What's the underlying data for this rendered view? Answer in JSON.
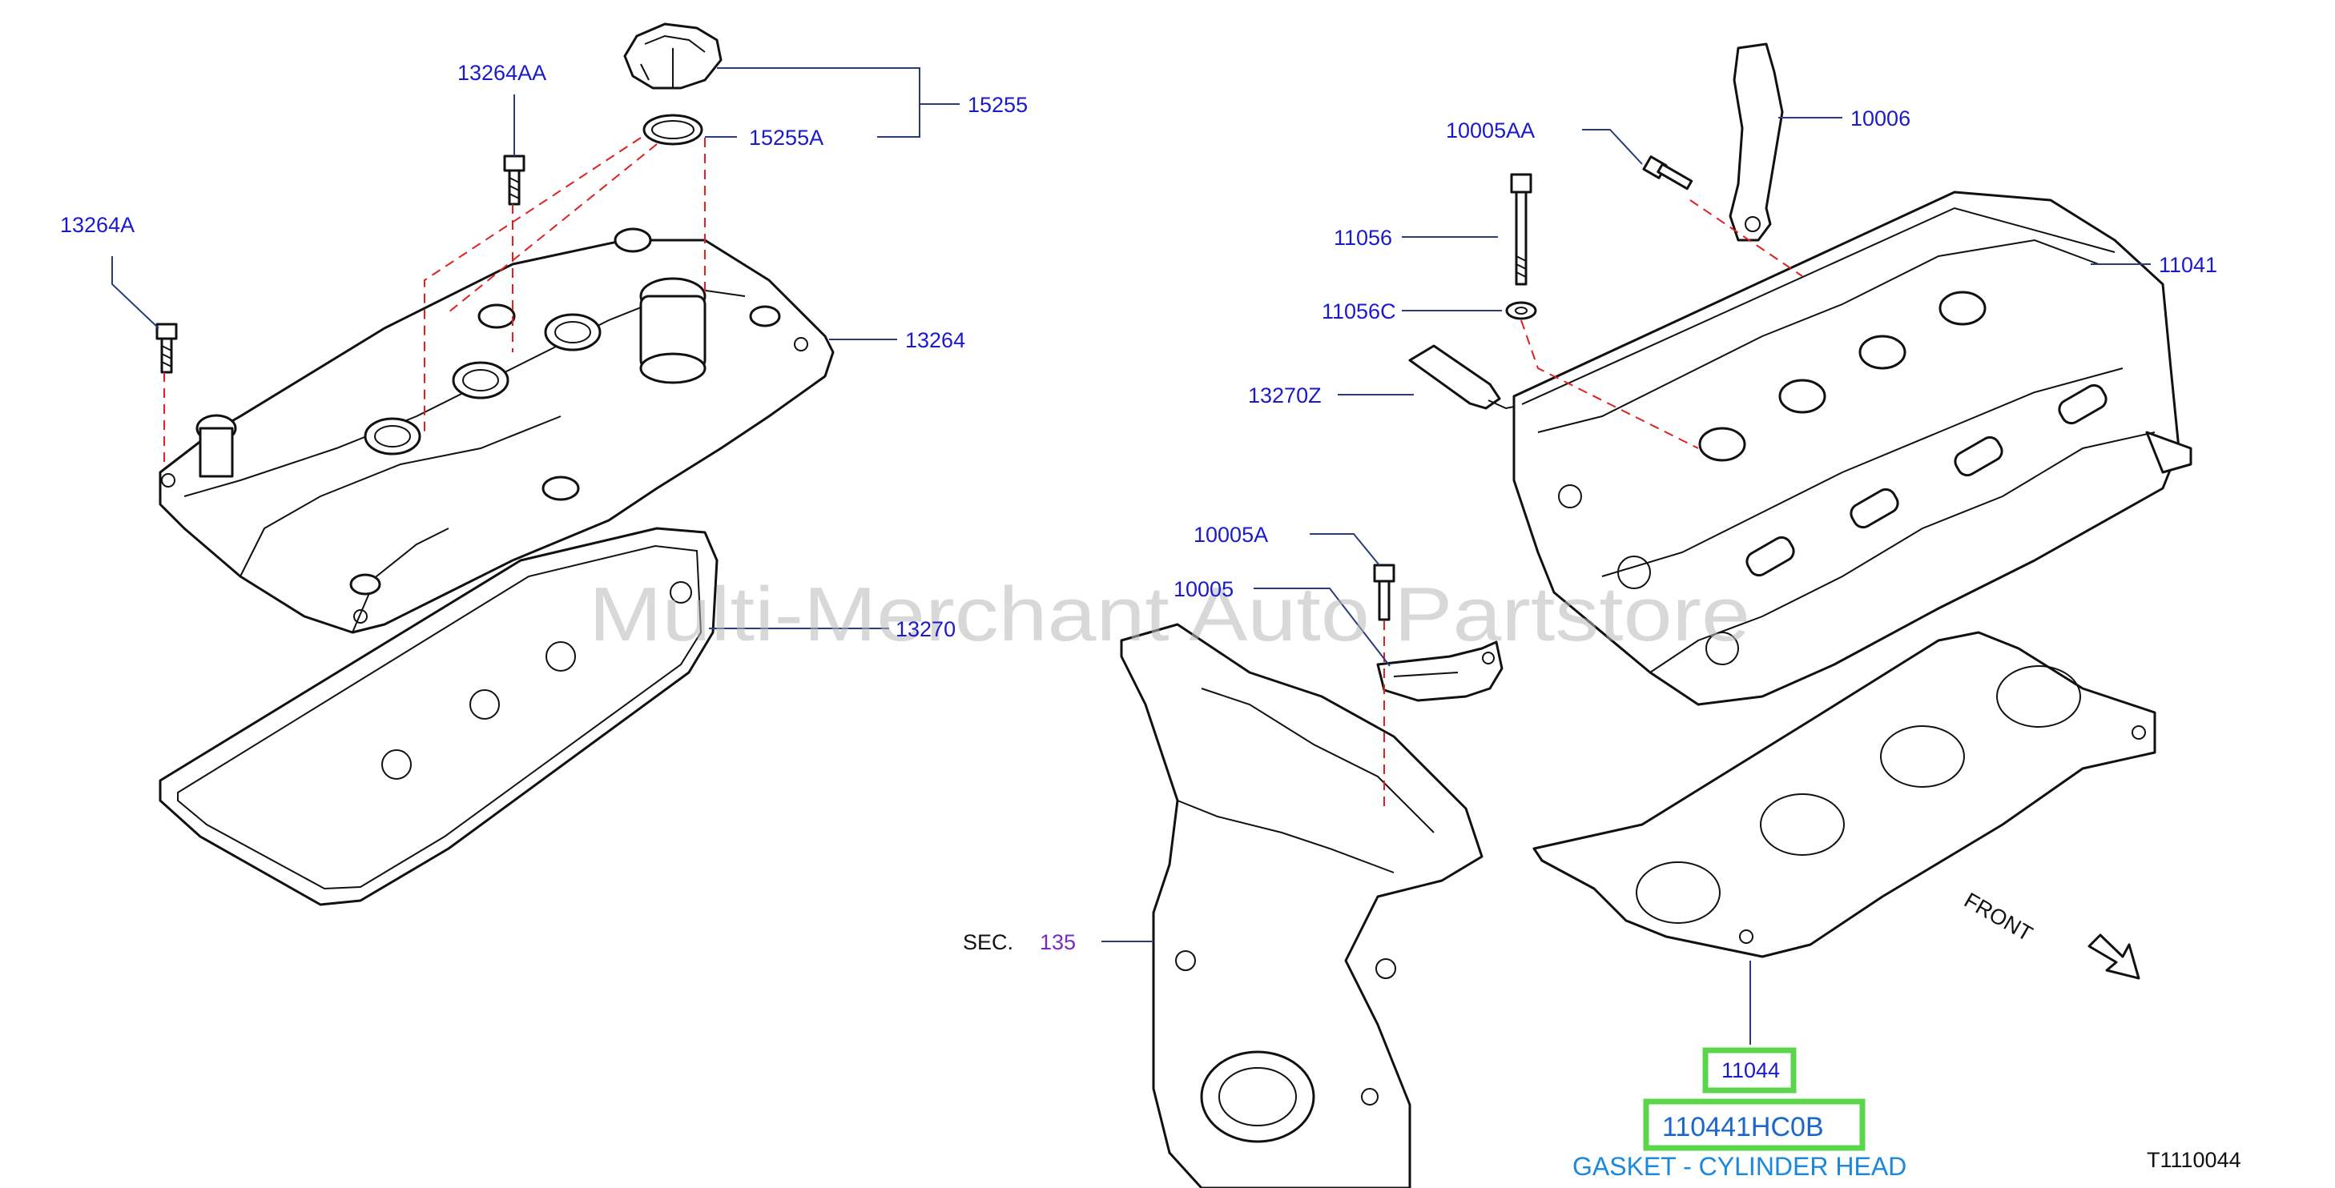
{
  "watermark": "Multi-Merchant Auto Partstore",
  "diagram_code": "T1110044",
  "front_label": "FRONT",
  "sec_reference": {
    "prefix": "SEC.",
    "number": "135"
  },
  "callouts": {
    "c_13264AA": "13264AA",
    "c_13264A": "13264A",
    "c_15255": "15255",
    "c_15255A": "15255A",
    "c_13264": "13264",
    "c_13270": "13270",
    "c_10005AA": "10005AA",
    "c_10006": "10006",
    "c_11056": "11056",
    "c_11056C": "11056C",
    "c_11041": "11041",
    "c_13270Z": "13270Z",
    "c_10005A": "10005A",
    "c_10005": "10005"
  },
  "highlighted_part": {
    "ref_number": "11044",
    "part_number": "110441HC0B",
    "description": "GASKET - CYLINDER HEAD",
    "highlight_color": "#5bd64a"
  },
  "colors": {
    "callout_text": "#1a1acc",
    "leader_line": "#2a3c7a",
    "dashed_guide": "#e02020",
    "sec_number": "#7a2bbf"
  }
}
